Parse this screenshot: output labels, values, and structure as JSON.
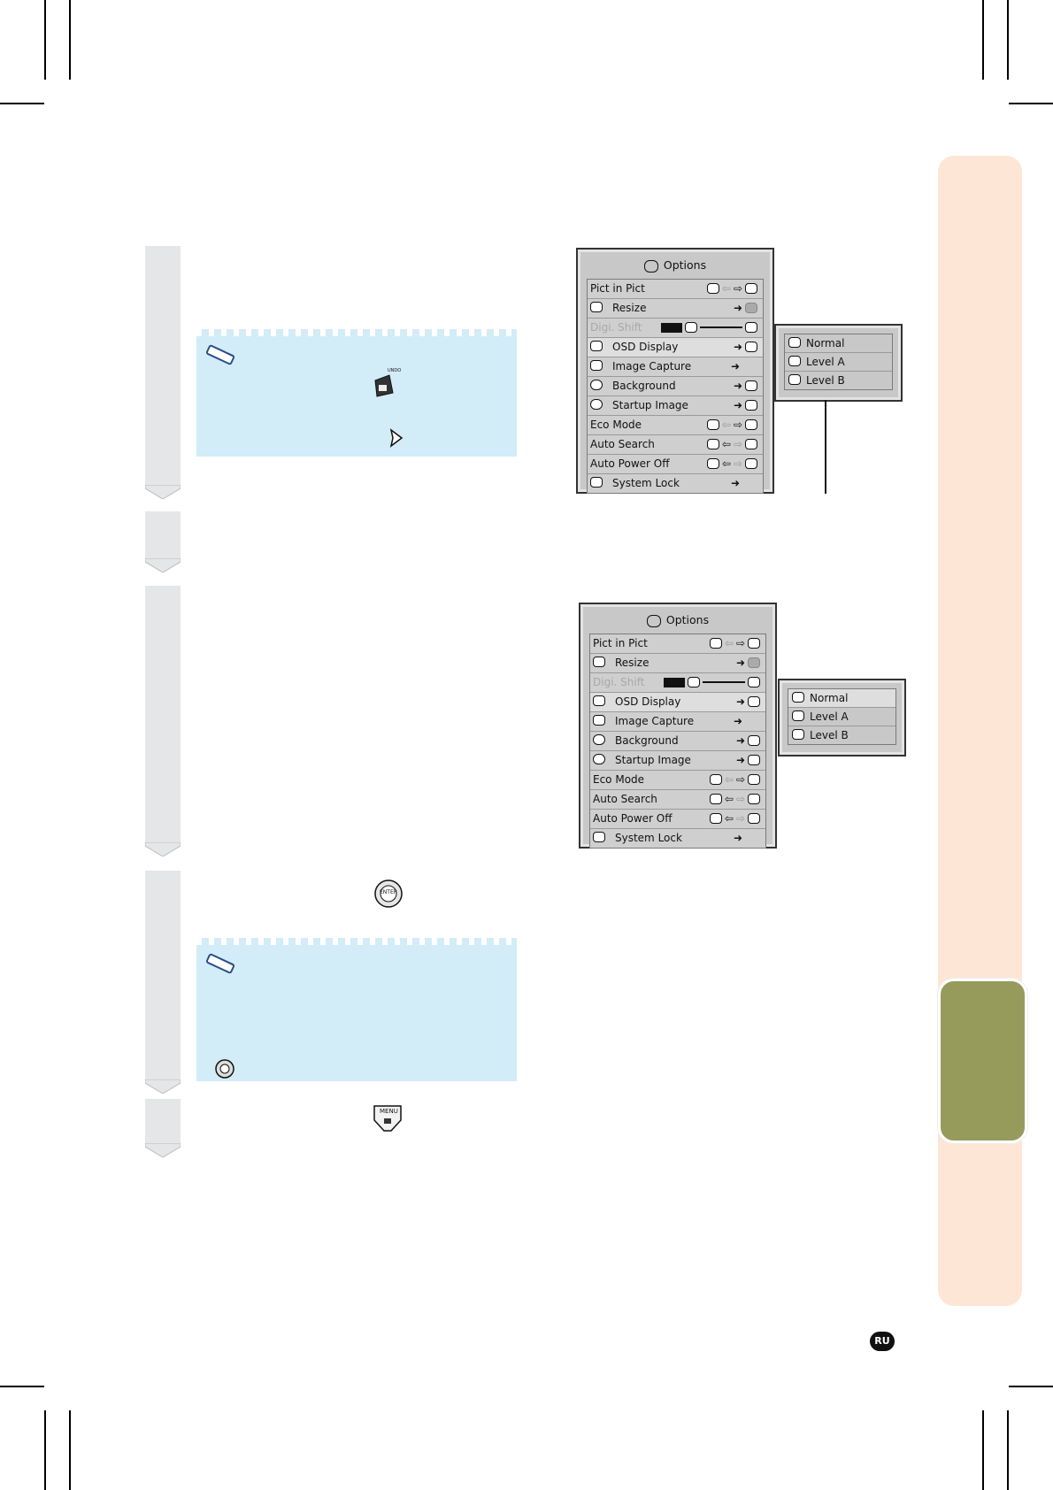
{
  "menu_top": {
    "title": "Options",
    "rows": [
      {
        "label": "Pict in Pict"
      },
      {
        "label": "Resize"
      },
      {
        "label": "Digi. Shift"
      },
      {
        "label": "OSD Display"
      },
      {
        "label": "Image Capture"
      },
      {
        "label": "Background"
      },
      {
        "label": "Startup Image"
      },
      {
        "label": "Eco Mode"
      },
      {
        "label": "Auto Search"
      },
      {
        "label": "Auto Power Off"
      },
      {
        "label": "System Lock"
      }
    ],
    "submenu": [
      "Normal",
      "Level A",
      "Level B"
    ]
  },
  "menu_bottom": {
    "title": "Options",
    "rows": [
      {
        "label": "Pict in Pict"
      },
      {
        "label": "Resize"
      },
      {
        "label": "Digi. Shift"
      },
      {
        "label": "OSD Display"
      },
      {
        "label": "Image Capture"
      },
      {
        "label": "Background"
      },
      {
        "label": "Startup Image"
      },
      {
        "label": "Eco Mode"
      },
      {
        "label": "Auto Search"
      },
      {
        "label": "Auto Power Off"
      },
      {
        "label": "System Lock"
      }
    ],
    "submenu": [
      "Normal",
      "Level A",
      "Level B"
    ]
  },
  "button_labels": {
    "undo": "UNDO",
    "enter": "ENTER",
    "menu": "MENU"
  },
  "language_badge": "RU",
  "colors": {
    "note_bg": "#d2ecf8",
    "side_tab": "#fde6d6",
    "side_tab_active": "#969b5b",
    "step_bar": "#e5e6e8"
  }
}
